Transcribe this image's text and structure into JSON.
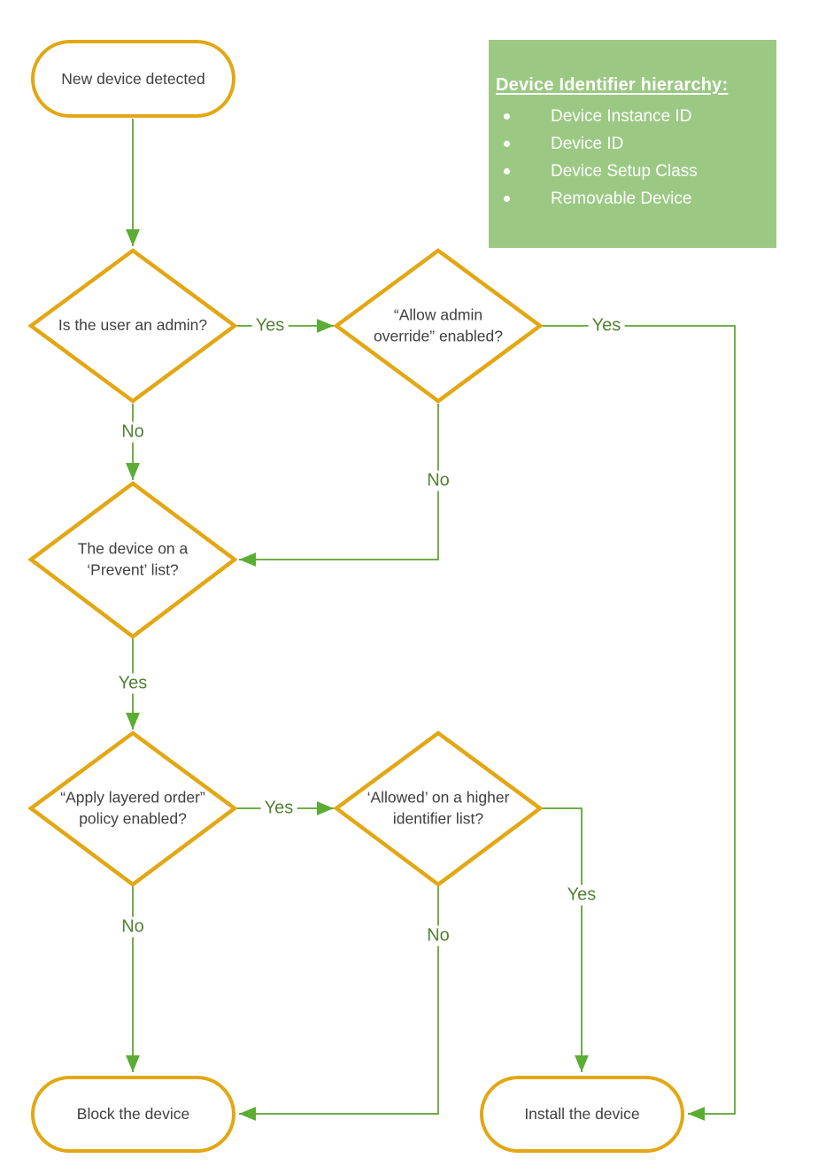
{
  "colors": {
    "shape_border": "#E2A713",
    "connector": "#70AD47",
    "arrowhead": "#5BAD33",
    "edge_label_text": "#538135",
    "node_text": "#404040",
    "info_box_bg": "#9BC983",
    "info_box_text": "#FFFFFF"
  },
  "nodes": {
    "start": {
      "label": "New device detected"
    },
    "is_admin": {
      "label": "Is the user an admin?"
    },
    "allow_override": {
      "label": "“Allow admin override” enabled?"
    },
    "prevent_list": {
      "label": "The device on a ‘Prevent’ list?"
    },
    "layered_order": {
      "label": "“Apply layered order” policy enabled?"
    },
    "higher_list": {
      "label": "‘Allowed’ on a higher identifier list?"
    },
    "block": {
      "label": "Block the device"
    },
    "install": {
      "label": "Install the device"
    }
  },
  "edge_labels": {
    "admin_yes": "Yes",
    "admin_no": "No",
    "override_yes": "Yes",
    "override_no": "No",
    "prevent_yes": "Yes",
    "layered_yes": "Yes",
    "layered_no": "No",
    "higher_yes": "Yes",
    "higher_no": "No"
  },
  "info_box": {
    "title": "Device Identifier hierarchy:",
    "items": [
      "Device Instance ID",
      "Device ID",
      "Device Setup Class",
      "Removable Device"
    ]
  }
}
